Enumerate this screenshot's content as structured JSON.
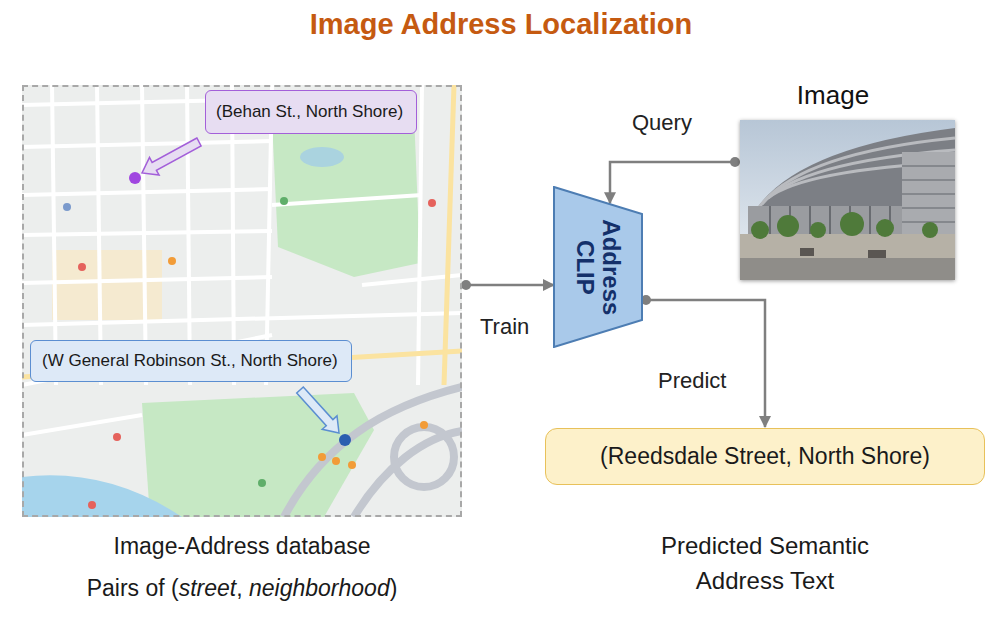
{
  "diagram": {
    "title": "Image Address Localization",
    "nodes": [
      {
        "text": [
          "Image-Address database",
          "Pairs of (street, neighborhood)"
        ]
      },
      {
        "text": [
          "(Behan St., North Shore)"
        ],
        "in": 0
      },
      {
        "text": [
          "(W General Robinson St., North Shore)"
        ],
        "in": 0
      },
      {
        "text": [
          "Address CLIP"
        ]
      },
      {
        "text": [
          "Image"
        ]
      },
      {
        "text": [
          "(Reedsdale Street, North Shore)",
          "Predicted Semantic Address Text"
        ]
      }
    ],
    "edges": [
      {
        "from": 0,
        "to": 3,
        "arrow": "to",
        "label": "Train"
      },
      {
        "from": 4,
        "to": 3,
        "arrow": "to",
        "label": "Query"
      },
      {
        "from": 3,
        "to": 5,
        "arrow": "to",
        "label": "Predict"
      }
    ]
  }
}
